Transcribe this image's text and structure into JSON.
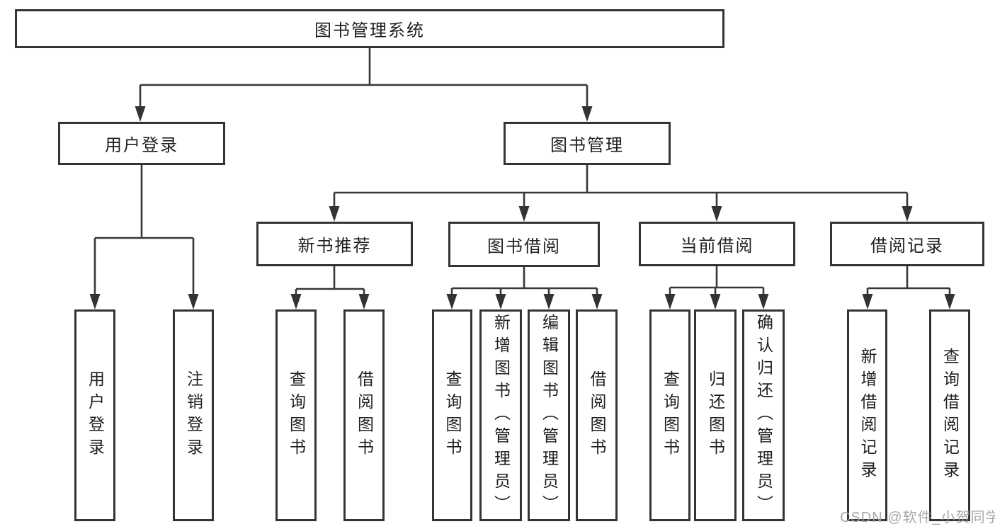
{
  "nodes": {
    "root": "图书管理系统",
    "l1": [
      "用户登录",
      "图书管理"
    ],
    "l2": [
      "新书推荐",
      "图书借阅",
      "当前借阅",
      "借阅记录"
    ],
    "leaves_user": [
      "用户登录",
      "注销登录"
    ],
    "leaves_newbook": [
      "查询图书",
      "借阅图书"
    ],
    "leaves_borrow": [
      "查询图书",
      "新增图书（管理员）",
      "编辑图书（管理员）",
      "借阅图书"
    ],
    "leaves_current": [
      "查询图书",
      "归还图书",
      "确认归还（管理员）"
    ],
    "leaves_records": [
      "新增借阅记录",
      "查询借阅记录"
    ]
  },
  "watermark": {
    "text": "CSDN @软件_小贺同学"
  },
  "colors": {
    "line": "#383838",
    "box_border": "#343434",
    "text": "#1f1f1f",
    "watermark": "#a3a3a3",
    "background": "#ffffff"
  }
}
